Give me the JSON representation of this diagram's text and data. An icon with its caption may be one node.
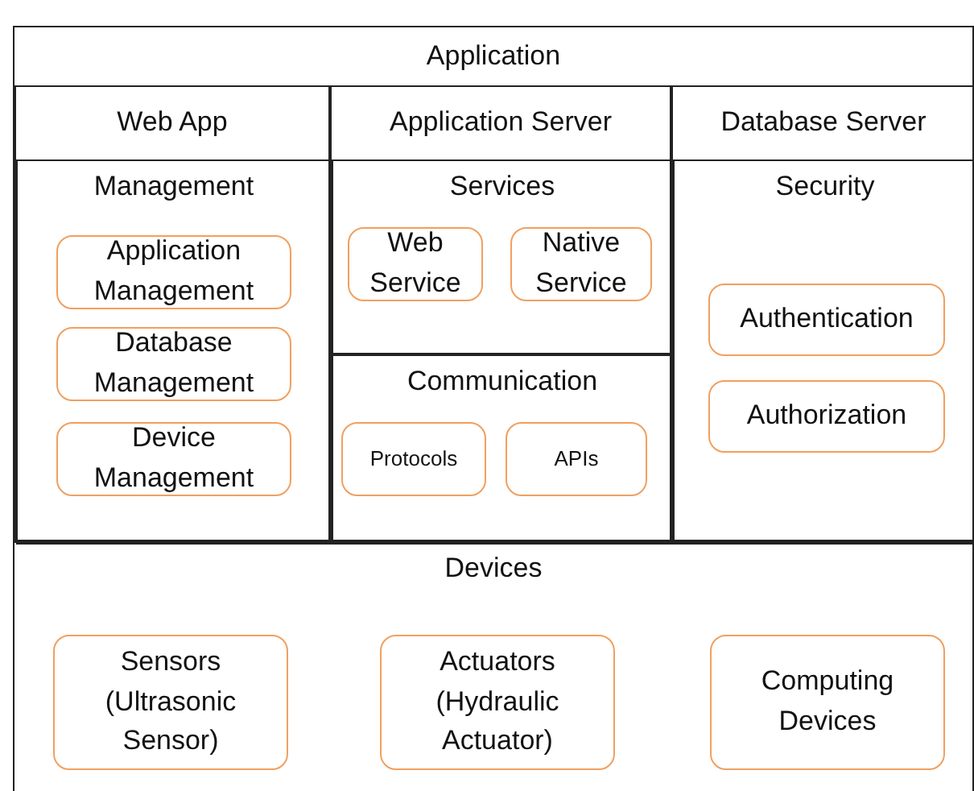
{
  "diagram": {
    "nodes": [
      {
        "text": [
          "Application"
        ]
      },
      {
        "text": [
          "Web App"
        ],
        "in": 0
      },
      {
        "text": [
          "Management"
        ],
        "in": 1
      },
      {
        "text": [
          "Application Management"
        ],
        "in": 2
      },
      {
        "text": [
          "Database Management"
        ],
        "in": 2
      },
      {
        "text": [
          "Device Management"
        ],
        "in": 2
      },
      {
        "text": [
          "Application Server"
        ],
        "in": 0
      },
      {
        "text": [
          "Services"
        ],
        "in": 6
      },
      {
        "text": [
          "Web Service"
        ],
        "in": 7
      },
      {
        "text": [
          "Native Service"
        ],
        "in": 7
      },
      {
        "text": [
          "Communication"
        ],
        "in": 6
      },
      {
        "text": [
          "Protocols"
        ],
        "in": 10
      },
      {
        "text": [
          "APIs"
        ],
        "in": 10
      },
      {
        "text": [
          "Database Server"
        ],
        "in": 0
      },
      {
        "text": [
          "Security"
        ],
        "in": 13
      },
      {
        "text": [
          "Authentication"
        ],
        "in": 14
      },
      {
        "text": [
          "Authorization"
        ],
        "in": 14
      },
      {
        "text": [
          "Devices"
        ]
      },
      {
        "text": [
          "Sensors (Ultrasonic Sensor)"
        ],
        "in": 17
      },
      {
        "text": [
          "Actuators (Hydraulic Actuator)"
        ],
        "in": 17
      },
      {
        "text": [
          "Computing Devices"
        ],
        "in": 17
      }
    ],
    "edges": []
  }
}
